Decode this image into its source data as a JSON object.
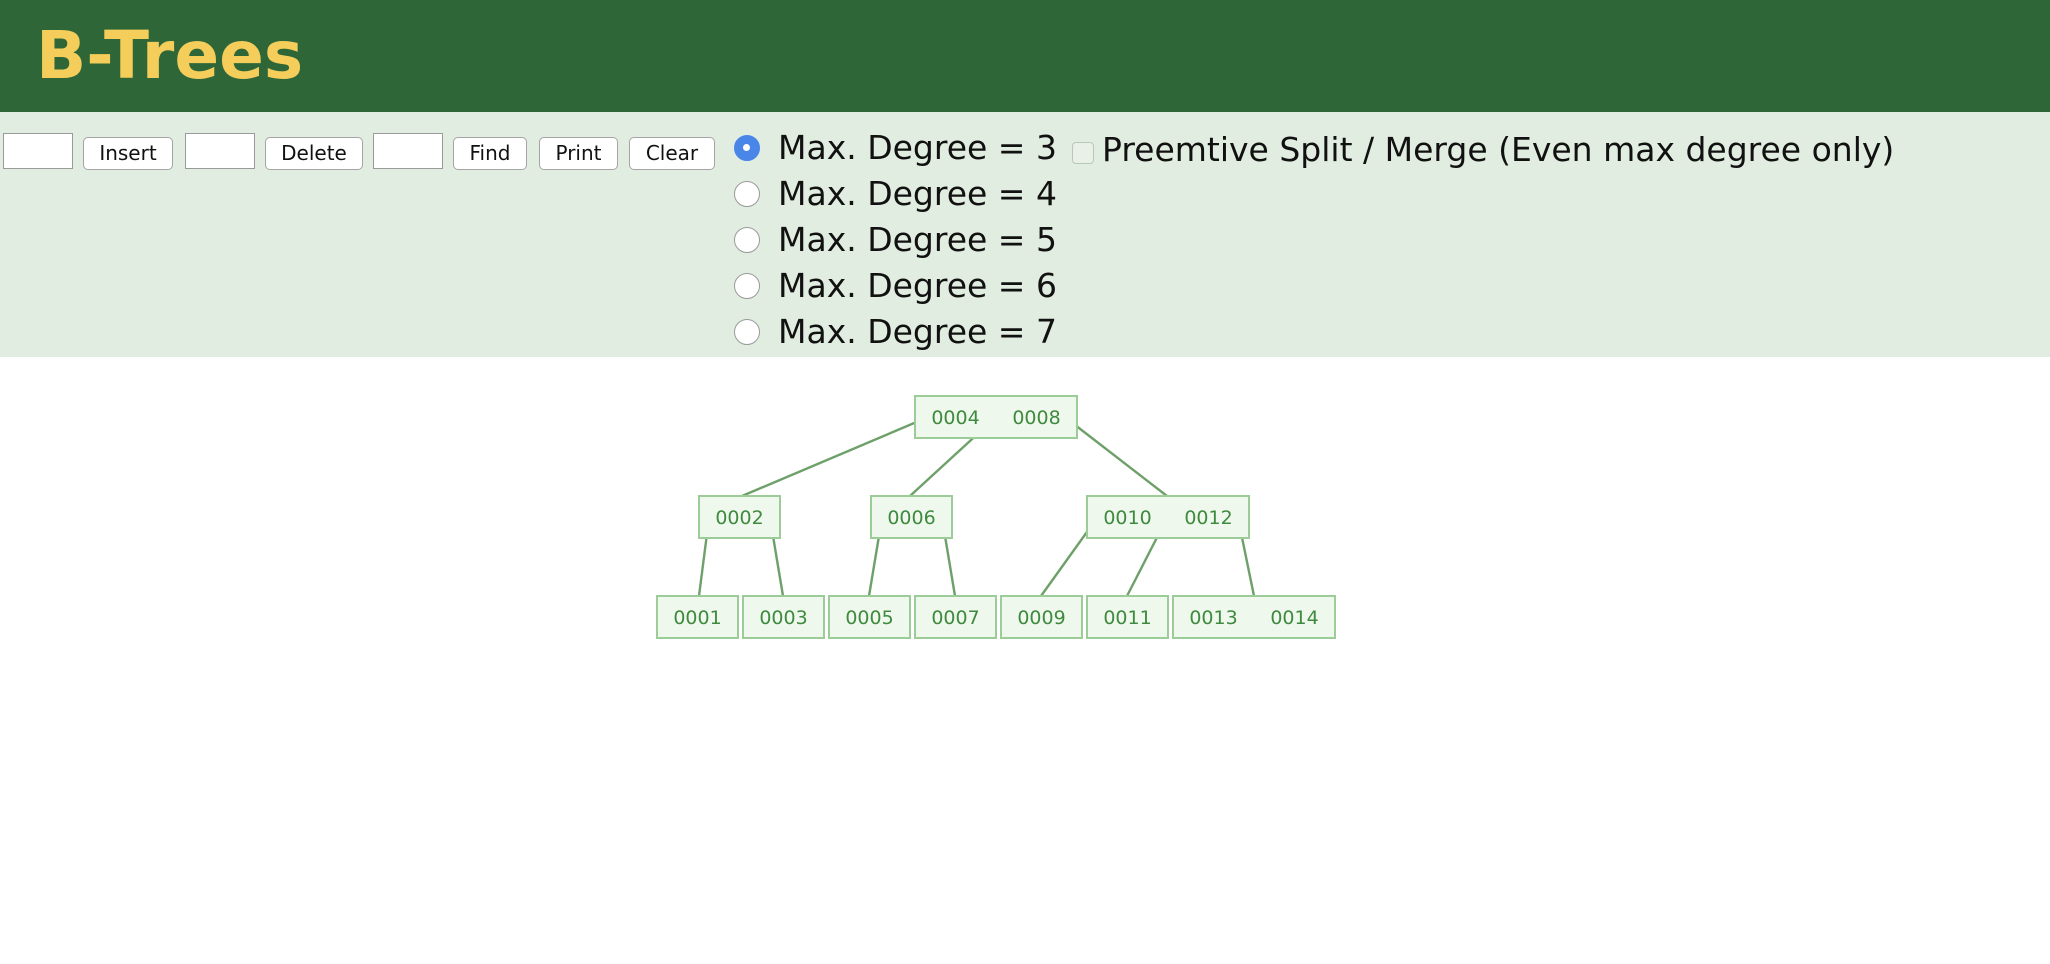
{
  "header": {
    "title": "B-Trees"
  },
  "controls": {
    "insert_value": "",
    "insert_label": "Insert",
    "delete_value": "",
    "delete_label": "Delete",
    "find_value": "",
    "find_label": "Find",
    "print_label": "Print",
    "clear_label": "Clear",
    "degree_options": [
      {
        "label": "Max. Degree = 3",
        "checked": true
      },
      {
        "label": "Max. Degree = 4",
        "checked": false
      },
      {
        "label": "Max. Degree = 5",
        "checked": false
      },
      {
        "label": "Max. Degree = 6",
        "checked": false
      },
      {
        "label": "Max. Degree = 7",
        "checked": false
      }
    ],
    "preemptive_label": "Preemtive Split / Merge (Even max degree only)",
    "preemptive_checked": false
  },
  "tree": {
    "root": {
      "keys": [
        "0004",
        "0008"
      ]
    },
    "level1": [
      {
        "keys": [
          "0002"
        ]
      },
      {
        "keys": [
          "0006"
        ]
      },
      {
        "keys": [
          "0010",
          "0012"
        ]
      }
    ],
    "leaves": [
      {
        "keys": [
          "0001"
        ]
      },
      {
        "keys": [
          "0003"
        ]
      },
      {
        "keys": [
          "0005"
        ]
      },
      {
        "keys": [
          "0007"
        ]
      },
      {
        "keys": [
          "0009"
        ]
      },
      {
        "keys": [
          "0011"
        ]
      },
      {
        "keys": [
          "0013",
          "0014"
        ]
      }
    ]
  },
  "colors": {
    "header_bg": "#2e6638",
    "title": "#f4cd5a",
    "panel_bg": "#e1ede0",
    "node_fill": "#eef8ec",
    "node_border": "#9ccc98",
    "edge": "#6ea06a",
    "node_text": "#3f8a3f"
  }
}
